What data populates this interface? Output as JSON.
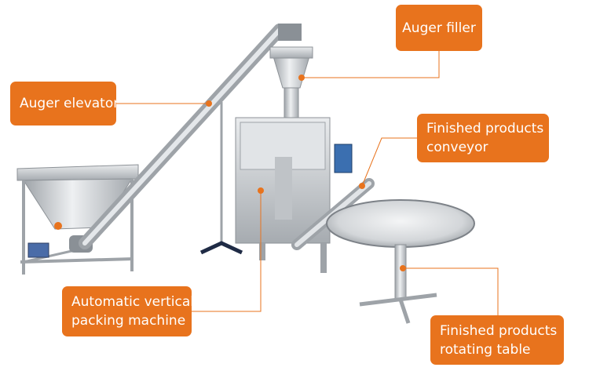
{
  "callouts": {
    "auger_filler": {
      "lines": [
        "Auger filler"
      ]
    },
    "auger_elevator": {
      "lines": [
        "Auger elevator"
      ]
    },
    "conveyor": {
      "lines": [
        "Finished products",
        "conveyor"
      ]
    },
    "packing_machine": {
      "lines": [
        "Automatic vertical",
        "packing machine"
      ]
    },
    "rotating_table": {
      "lines": [
        "Finished products",
        "rotating table"
      ]
    }
  },
  "colors": {
    "accent": "#e8731d",
    "steel": "#c9ccd0",
    "steel_dark": "#8d9297",
    "background": "#ffffff"
  }
}
